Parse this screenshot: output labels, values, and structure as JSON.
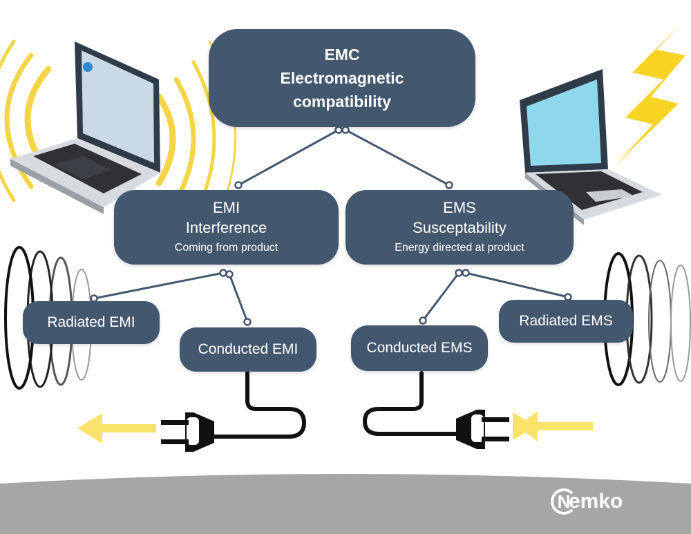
{
  "diagram": {
    "root": {
      "line1": "EMC",
      "line2": "Electromagnetic compatibility"
    },
    "emi": {
      "line1": "EMI",
      "line2": "Interference",
      "line3": "Coming from product"
    },
    "ems": {
      "line1": "EMS",
      "line2": "Susceptability",
      "line3": "Energy directed at product"
    },
    "radiated_emi": "Radiated EMI",
    "conducted_emi": "Conducted EMI",
    "conducted_ems": "Conducted EMS",
    "radiated_ems": "Radiated EMS"
  },
  "logo": {
    "first_letter": "N",
    "rest": "emko"
  },
  "colors": {
    "node_fill": "#43576e",
    "connector": "#43576e",
    "wave_yellow": "#f5d547",
    "arrow_yellow": "#f9e36a",
    "bolt_yellow": "#f7d423",
    "ground": "#a6a6a6",
    "cable": "#111111"
  }
}
